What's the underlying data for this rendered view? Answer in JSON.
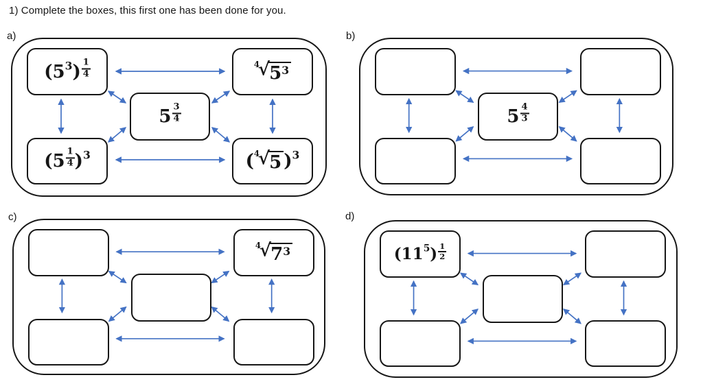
{
  "title": "1) Complete the boxes, this first one has been done for you.",
  "colors": {
    "arrow": "#4472C4",
    "ink": "#161616"
  },
  "panels": [
    {
      "label": "a)",
      "boxes": {
        "top_left": {
          "math": [
            {
              "t": "txt",
              "v": "(5"
            },
            {
              "t": "sup",
              "v": "3"
            },
            {
              "t": "txt",
              "v": ")"
            },
            {
              "t": "supfrac",
              "num": "1",
              "den": "4"
            }
          ]
        },
        "top_right": {
          "math": [
            {
              "t": "root",
              "index": "4",
              "radicand": [
                {
                  "t": "txt",
                  "v": "5"
                },
                {
                  "t": "sup",
                  "v": "3"
                }
              ]
            }
          ]
        },
        "center": {
          "math": [
            {
              "t": "txt",
              "v": "5"
            },
            {
              "t": "supfrac",
              "num": "3",
              "den": "4"
            }
          ]
        },
        "bottom_left": {
          "math": [
            {
              "t": "txt",
              "v": "(5"
            },
            {
              "t": "supfrac",
              "num": "1",
              "den": "4"
            },
            {
              "t": "txt",
              "v": ")"
            },
            {
              "t": "sup",
              "v": "3"
            }
          ]
        },
        "bottom_right": {
          "math": [
            {
              "t": "txt",
              "v": "("
            },
            {
              "t": "root",
              "index": "4",
              "radicand": [
                {
                  "t": "txt",
                  "v": "5"
                }
              ]
            },
            {
              "t": "txt",
              "v": ")"
            },
            {
              "t": "sup",
              "v": "3"
            }
          ]
        }
      }
    },
    {
      "label": "b)",
      "boxes": {
        "top_left": {
          "math": []
        },
        "top_right": {
          "math": []
        },
        "center": {
          "math": [
            {
              "t": "txt",
              "v": "5"
            },
            {
              "t": "supfrac",
              "num": "4",
              "den": "3"
            }
          ]
        },
        "bottom_left": {
          "math": []
        },
        "bottom_right": {
          "math": []
        }
      }
    },
    {
      "label": "c)",
      "boxes": {
        "top_left": {
          "math": []
        },
        "top_right": {
          "math": [
            {
              "t": "root",
              "index": "4",
              "radicand": [
                {
                  "t": "txt",
                  "v": "7"
                },
                {
                  "t": "sup",
                  "v": "3"
                }
              ]
            }
          ]
        },
        "center": {
          "math": []
        },
        "bottom_left": {
          "math": []
        },
        "bottom_right": {
          "math": []
        }
      }
    },
    {
      "label": "d)",
      "boxes": {
        "top_left": {
          "math": [
            {
              "t": "txt",
              "v": "(11"
            },
            {
              "t": "sup",
              "v": "5"
            },
            {
              "t": "txt",
              "v": ")"
            },
            {
              "t": "supfrac",
              "num": "1",
              "den": "2"
            }
          ]
        },
        "top_right": {
          "math": []
        },
        "center": {
          "math": []
        },
        "bottom_left": {
          "math": []
        },
        "bottom_right": {
          "math": []
        }
      }
    }
  ]
}
